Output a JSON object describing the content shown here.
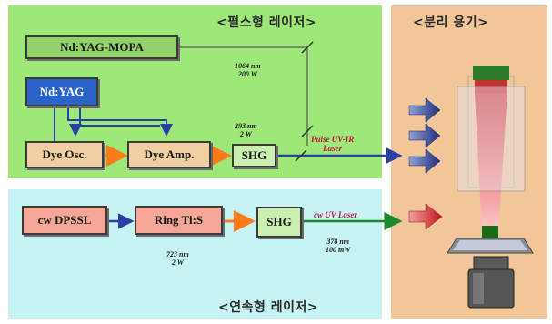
{
  "panels": {
    "top_heading": "<펄스형 레이저>",
    "bottom_heading": "<연속형 레이저>",
    "right_heading": "<분리 용기>"
  },
  "blocks": {
    "mopa": "Nd:YAG-MOPA",
    "yag": "Nd:YAG",
    "dye_osc": "Dye Osc.",
    "dye_amp": "Dye Amp.",
    "shg_top": "SHG",
    "dpssl": "cw DPSSL",
    "ring": "Ring Ti:S",
    "shg_bottom": "SHG"
  },
  "annotations": {
    "mopa_wl": "1064 nm",
    "mopa_power": "200 W",
    "shg_wl": "293 nm",
    "shg_power": "2 W",
    "ring_wl": "723 nm",
    "ring_power": "2 W",
    "cw_wl": "378 nm",
    "cw_power": "100 mW"
  },
  "beams": {
    "pulse_line1": "Pulse UV-IR",
    "pulse_line2": "Laser",
    "cw": "cw UV Laser"
  },
  "colors": {
    "pulsed_panel": "#9ee87a",
    "cw_panel": "#c8f3f5",
    "chamber_panel": "#f1c79a",
    "pump_line": "#2a3fa6",
    "dye_line": "#ff7a1a",
    "cw_beam": "#1a8a2a"
  }
}
